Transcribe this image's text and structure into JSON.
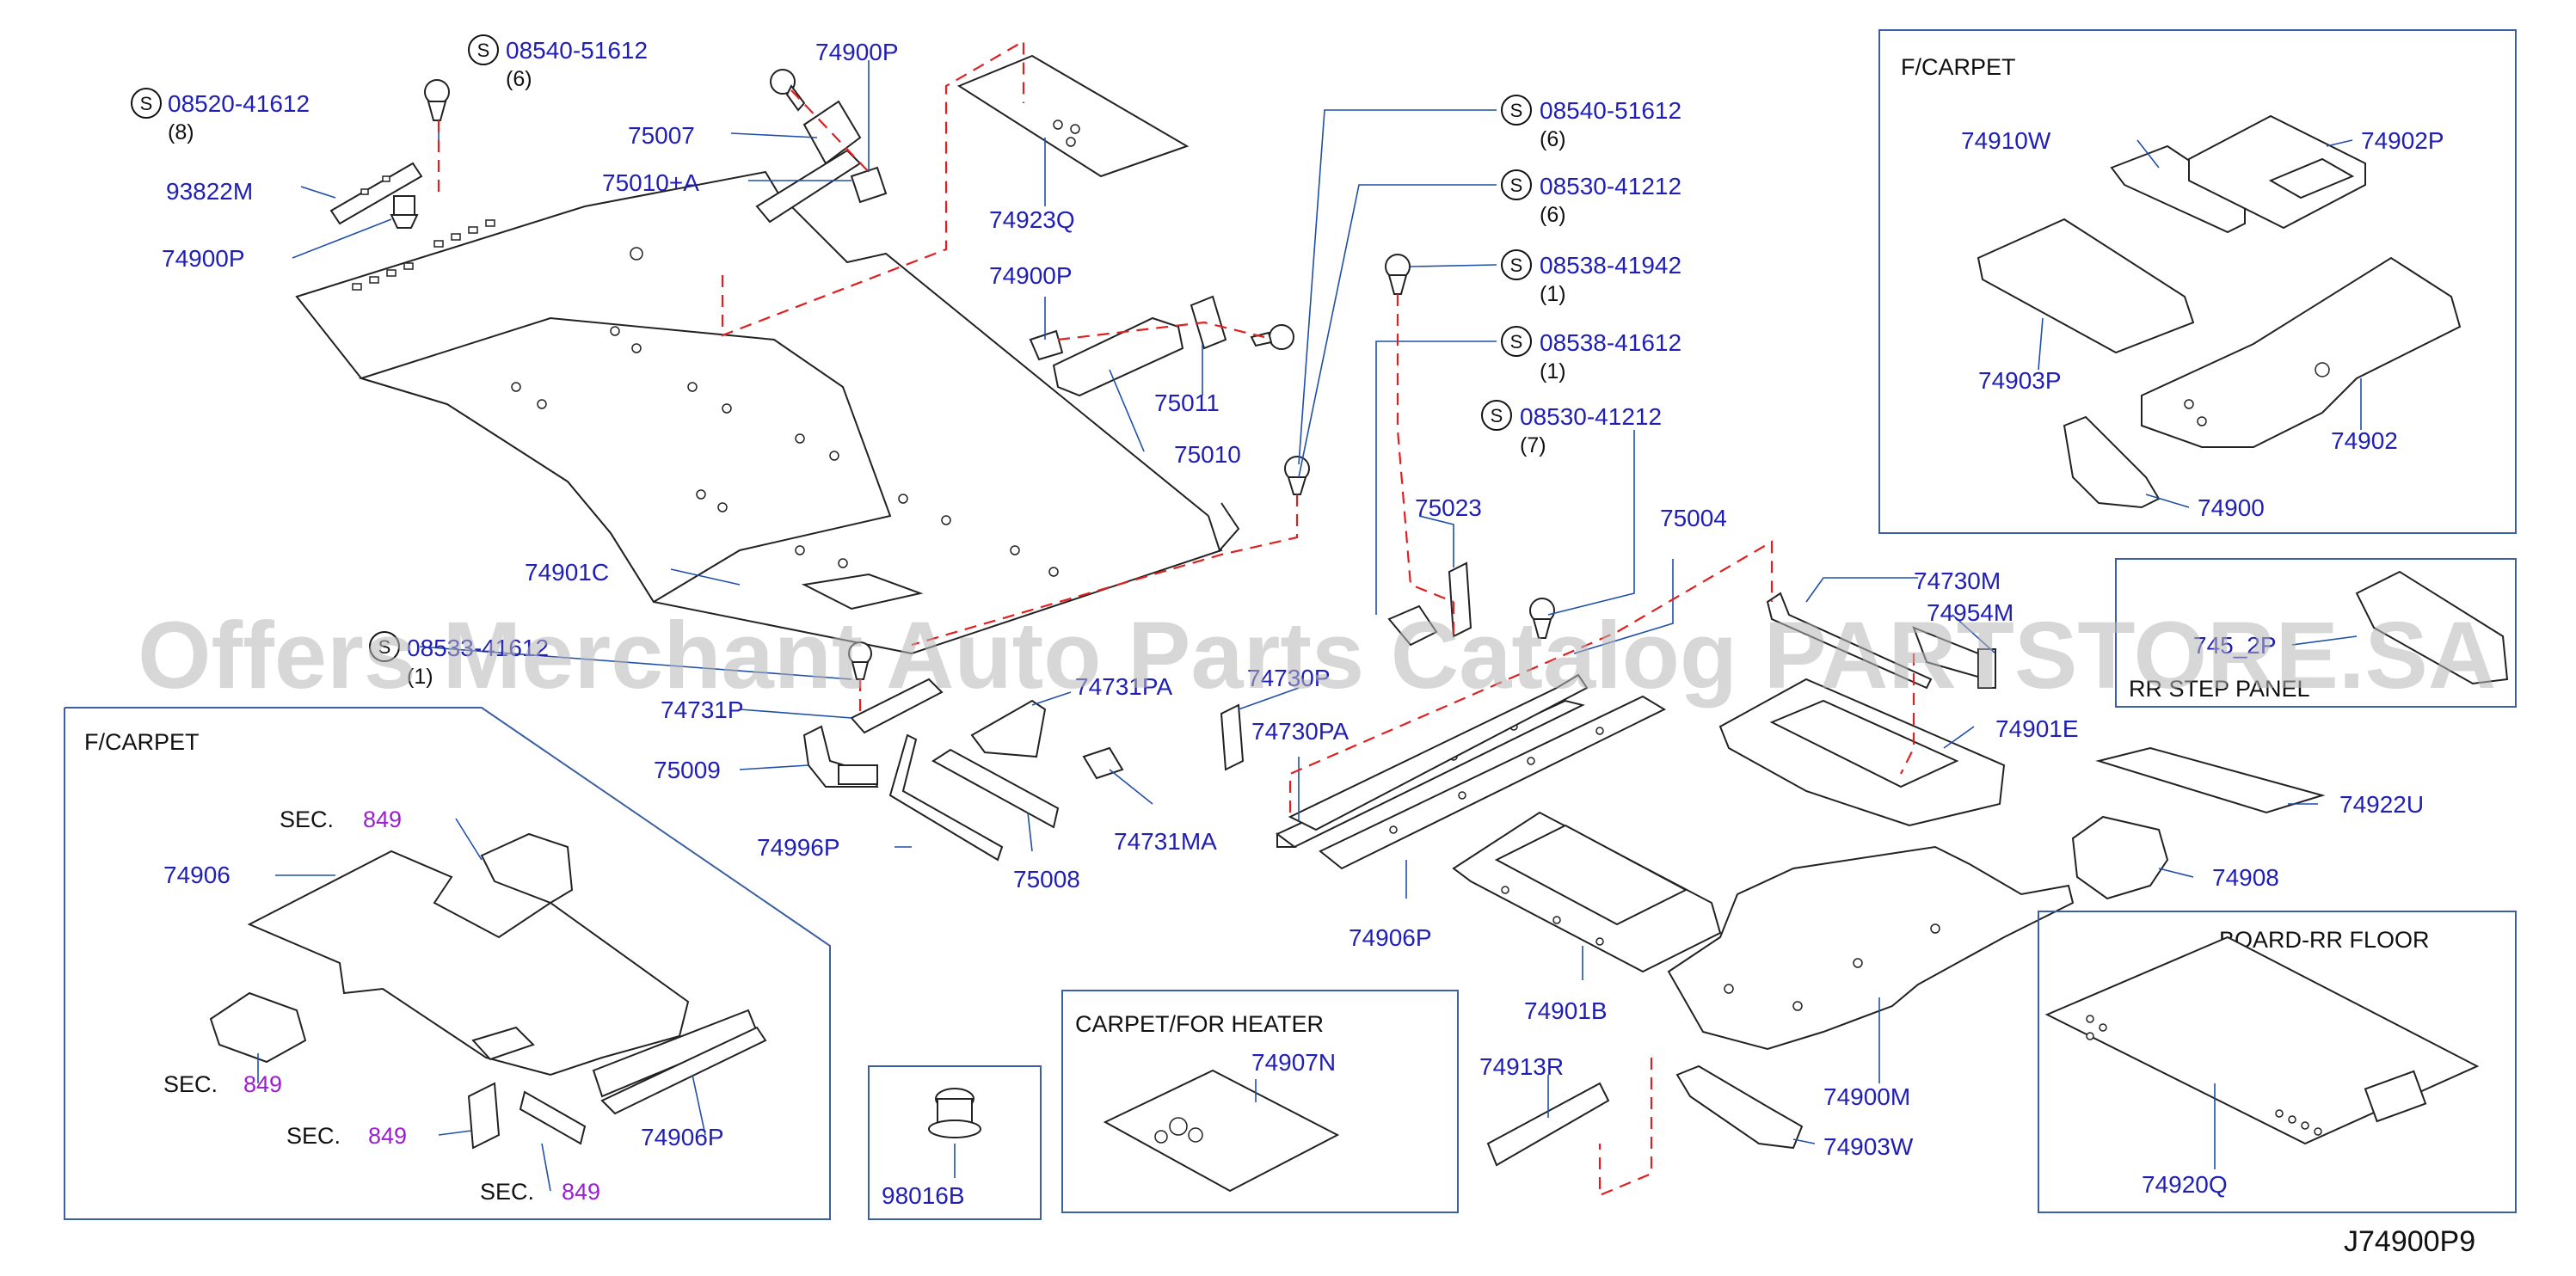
{
  "diagram_code": "J74900P9",
  "watermark": "Offers Merchant Auto Parts Catalog PARTSTORE.SA",
  "screw_symbol": "S",
  "part_labels": {
    "p_74900P_a": "74900P",
    "p_75007": "75007",
    "p_75010A": "75010+A",
    "p_74923Q": "74923Q",
    "p_93822M": "93822M",
    "p_74900P_b": "74900P",
    "p_74900P_c": "74900P",
    "p_75011": "75011",
    "p_75010": "75010",
    "p_75023": "75023",
    "p_75004": "75004",
    "p_74901C": "74901C",
    "p_74731P": "74731P",
    "p_74731PA": "74731PA",
    "p_74730P": "74730P",
    "p_74730PA": "74730PA",
    "p_75009": "75009",
    "p_74996P": "74996P",
    "p_75008": "75008",
    "p_74731MA": "74731MA",
    "p_74906P_main": "74906P",
    "p_74901B": "74901B",
    "p_74730M": "74730M",
    "p_74954M": "74954M",
    "p_74901E": "74901E",
    "p_74922U": "74922U",
    "p_74908": "74908",
    "p_74913R": "74913R",
    "p_74900M": "74900M",
    "p_74903W": "74903W",
    "p_74906": "74906",
    "p_74906P_box": "74906P",
    "p_98016B": "98016B",
    "p_74907N": "74907N",
    "p_74910W": "74910W",
    "p_74902P": "74902P",
    "p_74903P": "74903P",
    "p_74902": "74902",
    "p_74900": "74900",
    "p_74920Q": "74920Q",
    "p_745_2P": "745_2P"
  },
  "screws": [
    {
      "code": "08540-51612",
      "qty": "(6)"
    },
    {
      "code": "08520-41612",
      "qty": "(8)"
    },
    {
      "code": "08540-51612",
      "qty": "(6)"
    },
    {
      "code": "08530-41212",
      "qty": "(6)"
    },
    {
      "code": "08538-41942",
      "qty": "(1)"
    },
    {
      "code": "08538-41612",
      "qty": "(1)"
    },
    {
      "code": "08530-41212",
      "qty": "(7)"
    },
    {
      "code": "08533-41612",
      "qty": "(1)"
    }
  ],
  "section_refs": [
    {
      "text": "SEC.",
      "number": "849"
    },
    {
      "text": "SEC.",
      "number": "849"
    },
    {
      "text": "SEC.",
      "number": "849"
    },
    {
      "text": "SEC.",
      "number": "849"
    }
  ],
  "boxes": {
    "fcarpet_right": "F/CARPET",
    "fcarpet_left": "F/CARPET",
    "rr_step_panel": "RR  STEP  PANEL",
    "board_rr_floor": "BOARD-RR  FLOOR",
    "carpet_heater": "CARPET/FOR  HEATER"
  }
}
